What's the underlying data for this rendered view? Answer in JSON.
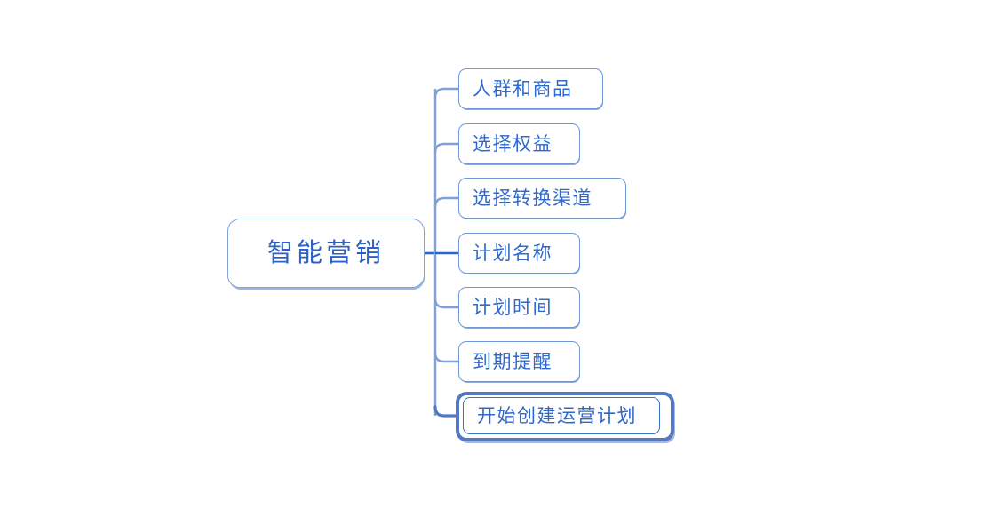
{
  "diagram": {
    "type": "mind-map",
    "background": "#ffffff",
    "colors": {
      "node_border": "#6f97d6",
      "node_text": "#2f68cc",
      "root_text": "#2b62c9",
      "trunk_line": "#7fa0d8",
      "branch_line": "#2a68c4",
      "selected_ring": "#5479c2",
      "node_fill": "#ffffff"
    },
    "root": {
      "label": "智能营销"
    },
    "children": [
      {
        "label": "人群和商品",
        "selected": false
      },
      {
        "label": "选择权益",
        "selected": false
      },
      {
        "label": "选择转换渠道",
        "selected": false
      },
      {
        "label": "计划名称",
        "selected": false
      },
      {
        "label": "计划时间",
        "selected": false
      },
      {
        "label": "到期提醒",
        "selected": false
      },
      {
        "label": "开始创建运营计划",
        "selected": true
      }
    ]
  }
}
